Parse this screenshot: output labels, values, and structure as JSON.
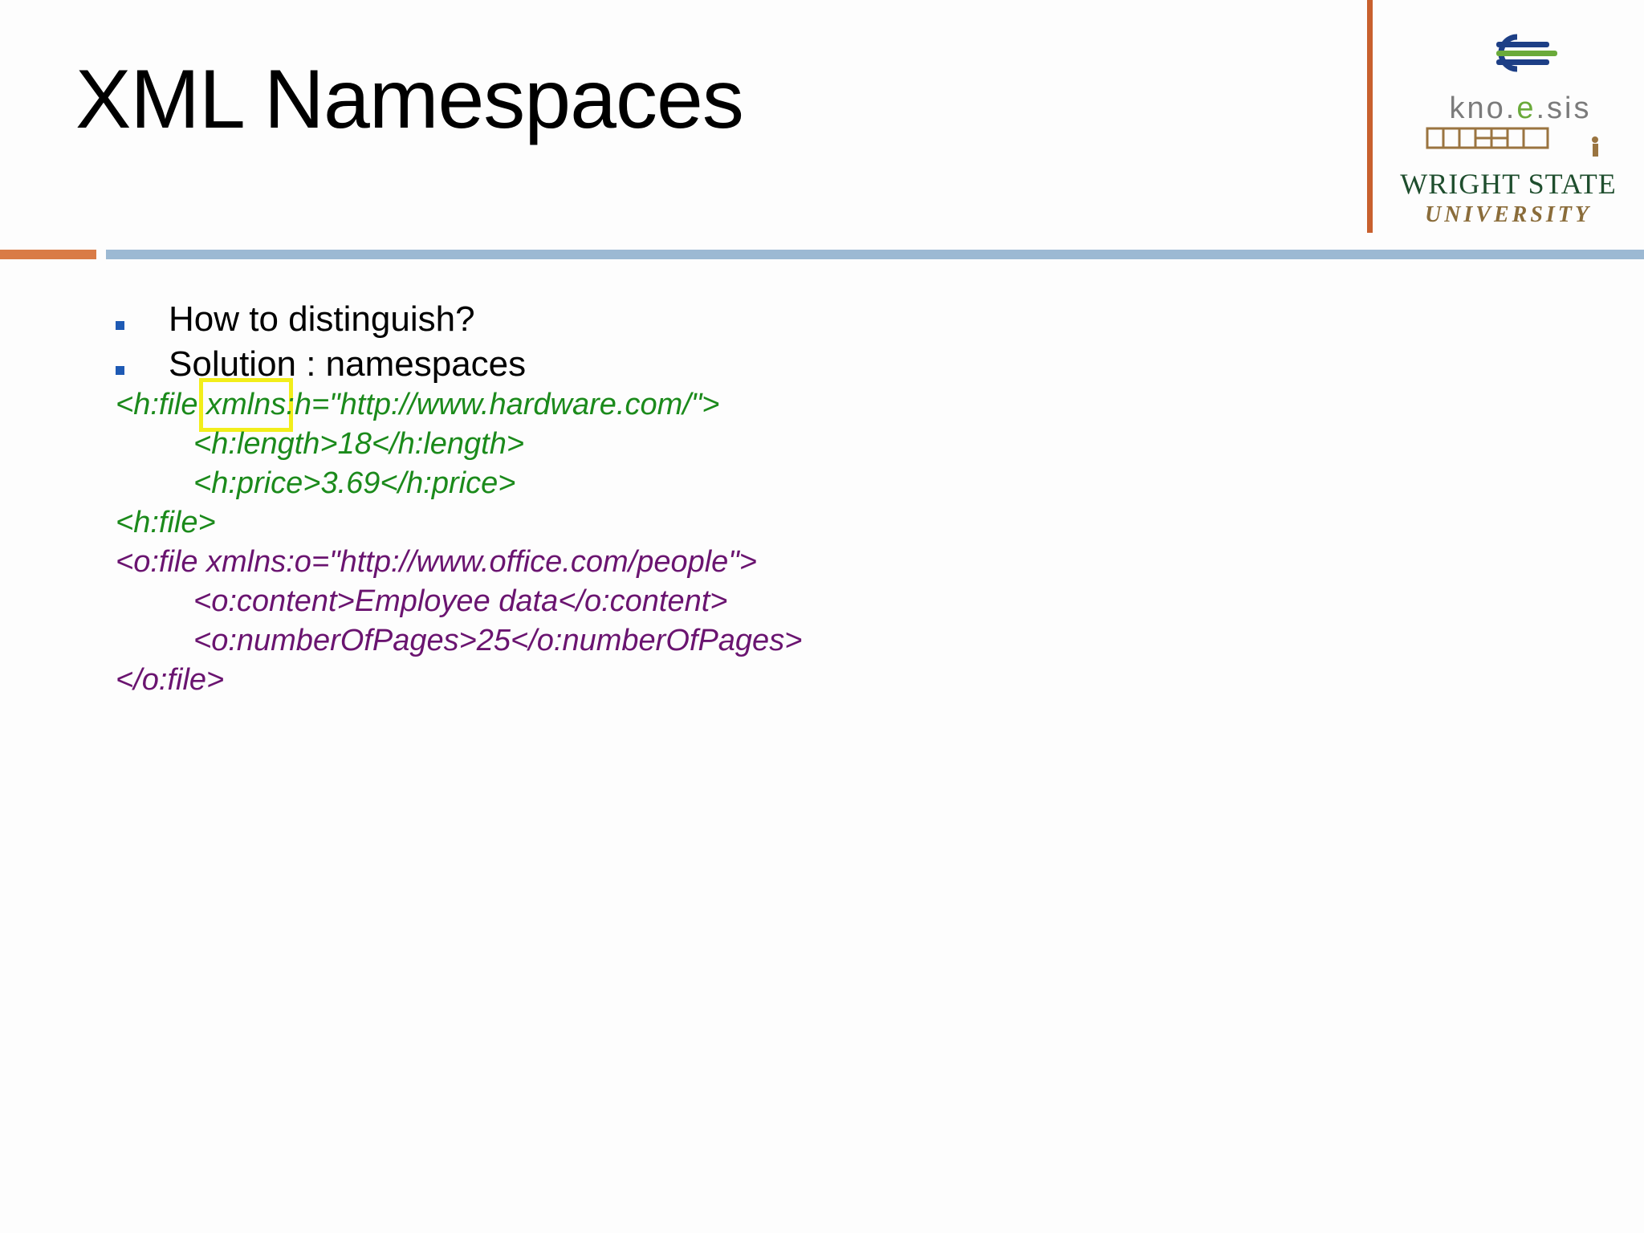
{
  "slide": {
    "title": "XML Namespaces",
    "logo": {
      "brand_prefix": "kno.",
      "brand_e": "e",
      "brand_suffix": ".sis",
      "university_line1": "WRIGHT STATE",
      "university_line2": "UNIVERSITY"
    },
    "bullets": [
      "How to distinguish?",
      "Solution : namespaces"
    ],
    "code": {
      "hw_open_pre": "<h:file ",
      "hw_open_highlight": "xmlns",
      "hw_open_post": ":h=\"http://www.hardware.com/\">",
      "hw_length": "<h:length>18</h:length>",
      "hw_price": "<h:price>3.69</h:price>",
      "hw_close": "<h:file>",
      "of_open": "<o:file xmlns:o=\"http://www.office.com/people\">",
      "of_content": "<o:content>Employee data</o:content>",
      "of_pages": "<o:numberOfPages>25</o:numberOfPages>",
      "of_close": "</o:file>"
    },
    "colors": {
      "hardware_code": "#1b8a1b",
      "office_code": "#6a1470",
      "highlight_box": "#f2ee1a",
      "accent_orange": "#d97b46",
      "accent_blue": "#9cb9d3",
      "bullet": "#1e5ab4"
    }
  }
}
